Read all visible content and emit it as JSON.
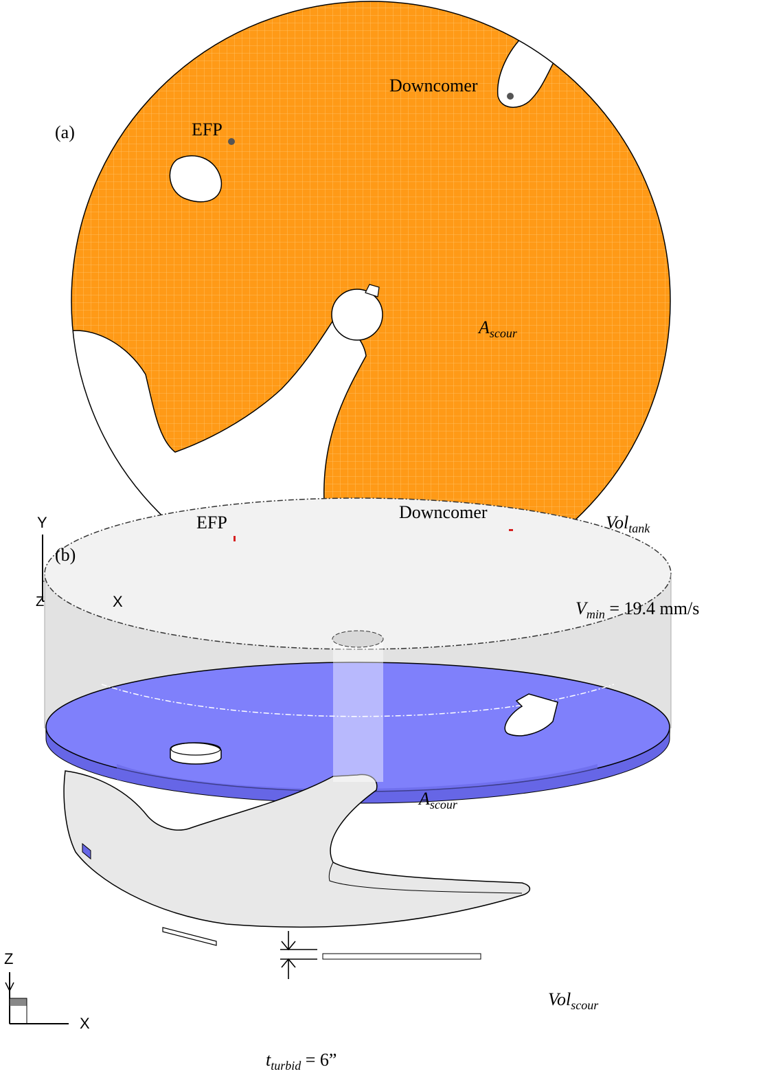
{
  "panel_a": {
    "label": "(a)",
    "efp": "EFP",
    "downcomer": "Downcomer",
    "area": {
      "main": "A",
      "sub": "scour"
    },
    "vmin": {
      "main": "V",
      "sub": "min",
      "rest": " = 19.4 mm/s"
    },
    "axes": {
      "y": "Y",
      "x": "X",
      "z": "Z"
    }
  },
  "panel_b": {
    "label": "(b)",
    "efp": "EFP",
    "downcomer": "Downcomer",
    "vol_tank": {
      "main": "Vol",
      "sub": "tank"
    },
    "area": {
      "main": "A",
      "sub": "scour"
    },
    "vol_scour": {
      "main": "Vol",
      "sub": "scour"
    },
    "thickness": {
      "main": "t",
      "sub": "turbid",
      "rest": " = 6”"
    },
    "axes": {
      "z": "Z",
      "x": "X"
    }
  },
  "colors": {
    "mesh_fill": "#ff9a17",
    "scour_top": "#7f80fb",
    "scour_side": "#6666e6",
    "tank_wall": "#e2e2e2",
    "outlet_marker": "#555555",
    "bottom_marker": "#d62020"
  }
}
